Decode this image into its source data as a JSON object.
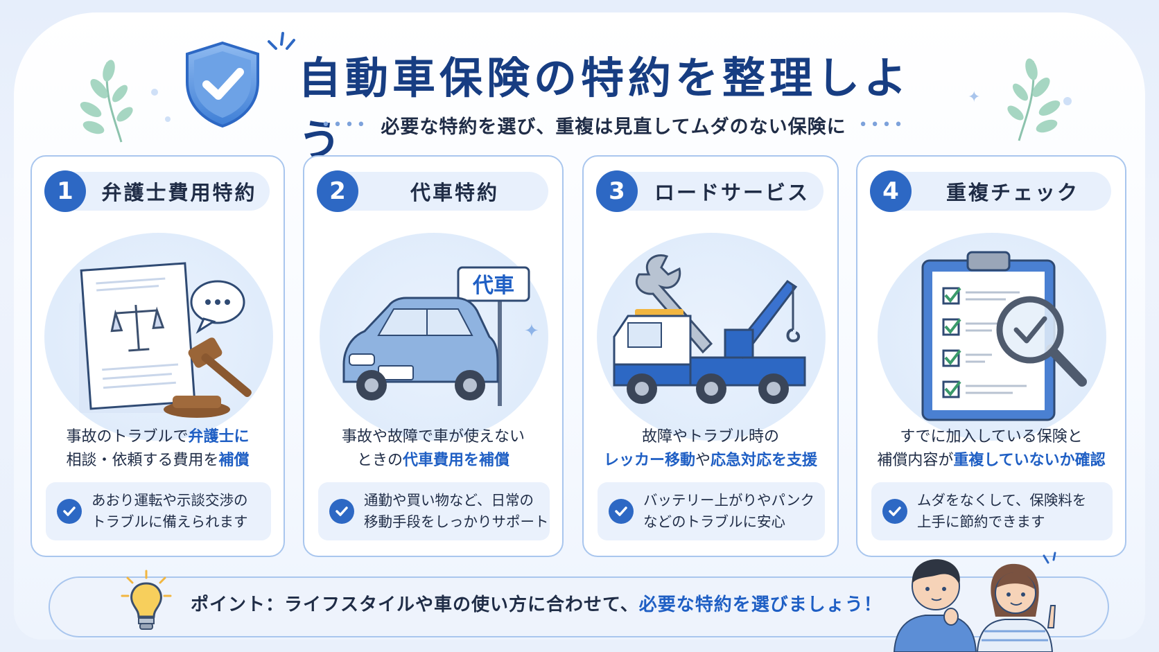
{
  "header": {
    "title": "自動車保険の特約を整理しよう",
    "subtitle": "必要な特約を選び、重複は見直してムダのない保険に",
    "dots_left": "••••",
    "dots_right": "••••"
  },
  "cards": [
    {
      "number": "1",
      "title": "弁護士費用特約",
      "desc_line1_a": "事故のトラブルで",
      "desc_line1_hl": "弁護士に",
      "desc_line2_a": "相談・依頼する費用を",
      "desc_line2_hl": "補償",
      "note_line1": "あおり運転や示談交渉の",
      "note_line2": "トラブルに備えられます"
    },
    {
      "number": "2",
      "title": "代車特約",
      "sign": "代車",
      "desc_line1_a": "事故や故障で車が使えない",
      "desc_line2_a": "ときの",
      "desc_line2_hl": "代車費用を補償",
      "note_line1": "通勤や買い物など、日常の",
      "note_line2": "移動手段をしっかりサポート"
    },
    {
      "number": "3",
      "title": "ロードサービス",
      "desc_line1_a": "故障やトラブル時の",
      "desc_line2_hl1": "レッカー移動",
      "desc_line2_mid": "や",
      "desc_line2_hl2": "応急対応を支援",
      "note_line1": "バッテリー上がりやパンク",
      "note_line2": "などのトラブルに安心"
    },
    {
      "number": "4",
      "title": "重複チェック",
      "desc_line1_a": "すでに加入している保険と",
      "desc_line2_a": "補償内容が",
      "desc_line2_hl": "重複していないか確認",
      "note_line1": "ムダをなくして、保険料を",
      "note_line2": "上手に節約できます"
    }
  ],
  "footer": {
    "text_a": "ポイント：ライフスタイルや車の使い方に合わせて、",
    "text_hl": "必要な特約を選びましょう！"
  },
  "colors": {
    "primary": "#2d68c4",
    "title": "#173d82",
    "highlight": "#1f5fc4",
    "border": "#a9c6ee"
  },
  "icons": [
    "shield-check-icon",
    "scales-icon",
    "gavel-icon",
    "speech-bubble-icon",
    "car-icon",
    "tow-truck-icon",
    "wrench-icon",
    "clipboard-icon",
    "magnifier-icon",
    "check-icon",
    "lightbulb-icon",
    "leaf-icon"
  ]
}
